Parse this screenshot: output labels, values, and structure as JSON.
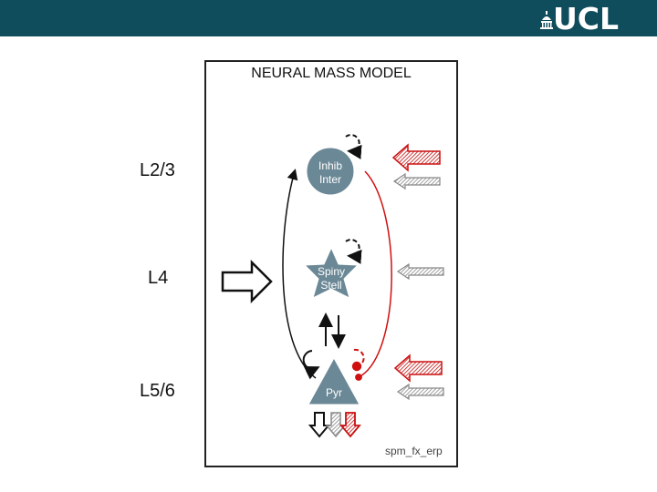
{
  "header": {
    "logo_text": "UCL",
    "logo_icon": "portico-dome-icon",
    "banner_color": "#0f4c5c"
  },
  "diagram": {
    "title": "NEURAL MASS MODEL",
    "layers": [
      "L2/3",
      "L4",
      "L5/6"
    ],
    "populations": {
      "inhib": {
        "line1": "Inhib",
        "line2": "Inter"
      },
      "spiny": {
        "line1": "Spiny",
        "line2": "Stell"
      },
      "pyr": {
        "line1": "Pyr"
      }
    },
    "footer": "spm_fx_erp",
    "colors": {
      "node_fill": "#6b8896",
      "excitatory": "#d01010",
      "inhibitory": "#111111",
      "extrinsic_grey": "#999999"
    }
  }
}
